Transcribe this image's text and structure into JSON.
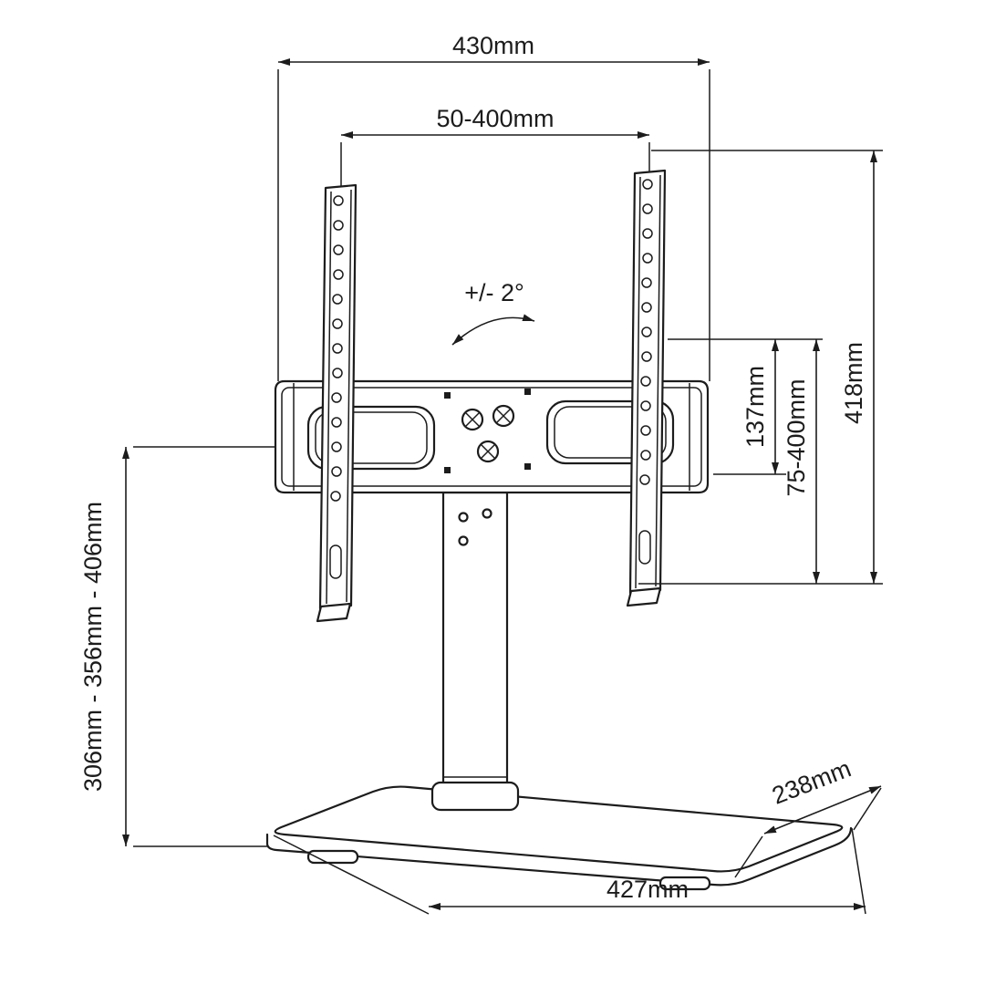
{
  "drawing": {
    "subject": "tabletop-tv-stand-dimension-diagram",
    "ink_color": "#1c1c1c",
    "background_color": "#ffffff"
  },
  "dimensions": {
    "top_width": "430mm",
    "vesa_width": "50-400mm",
    "swivel_range": "+/- 2°",
    "plate_height": "137mm",
    "vesa_height": "75-400mm",
    "bracket_height": "418mm",
    "height_adjust_range": "306mm - 356mm - 406mm",
    "base_width": "427mm",
    "base_depth": "238mm"
  }
}
